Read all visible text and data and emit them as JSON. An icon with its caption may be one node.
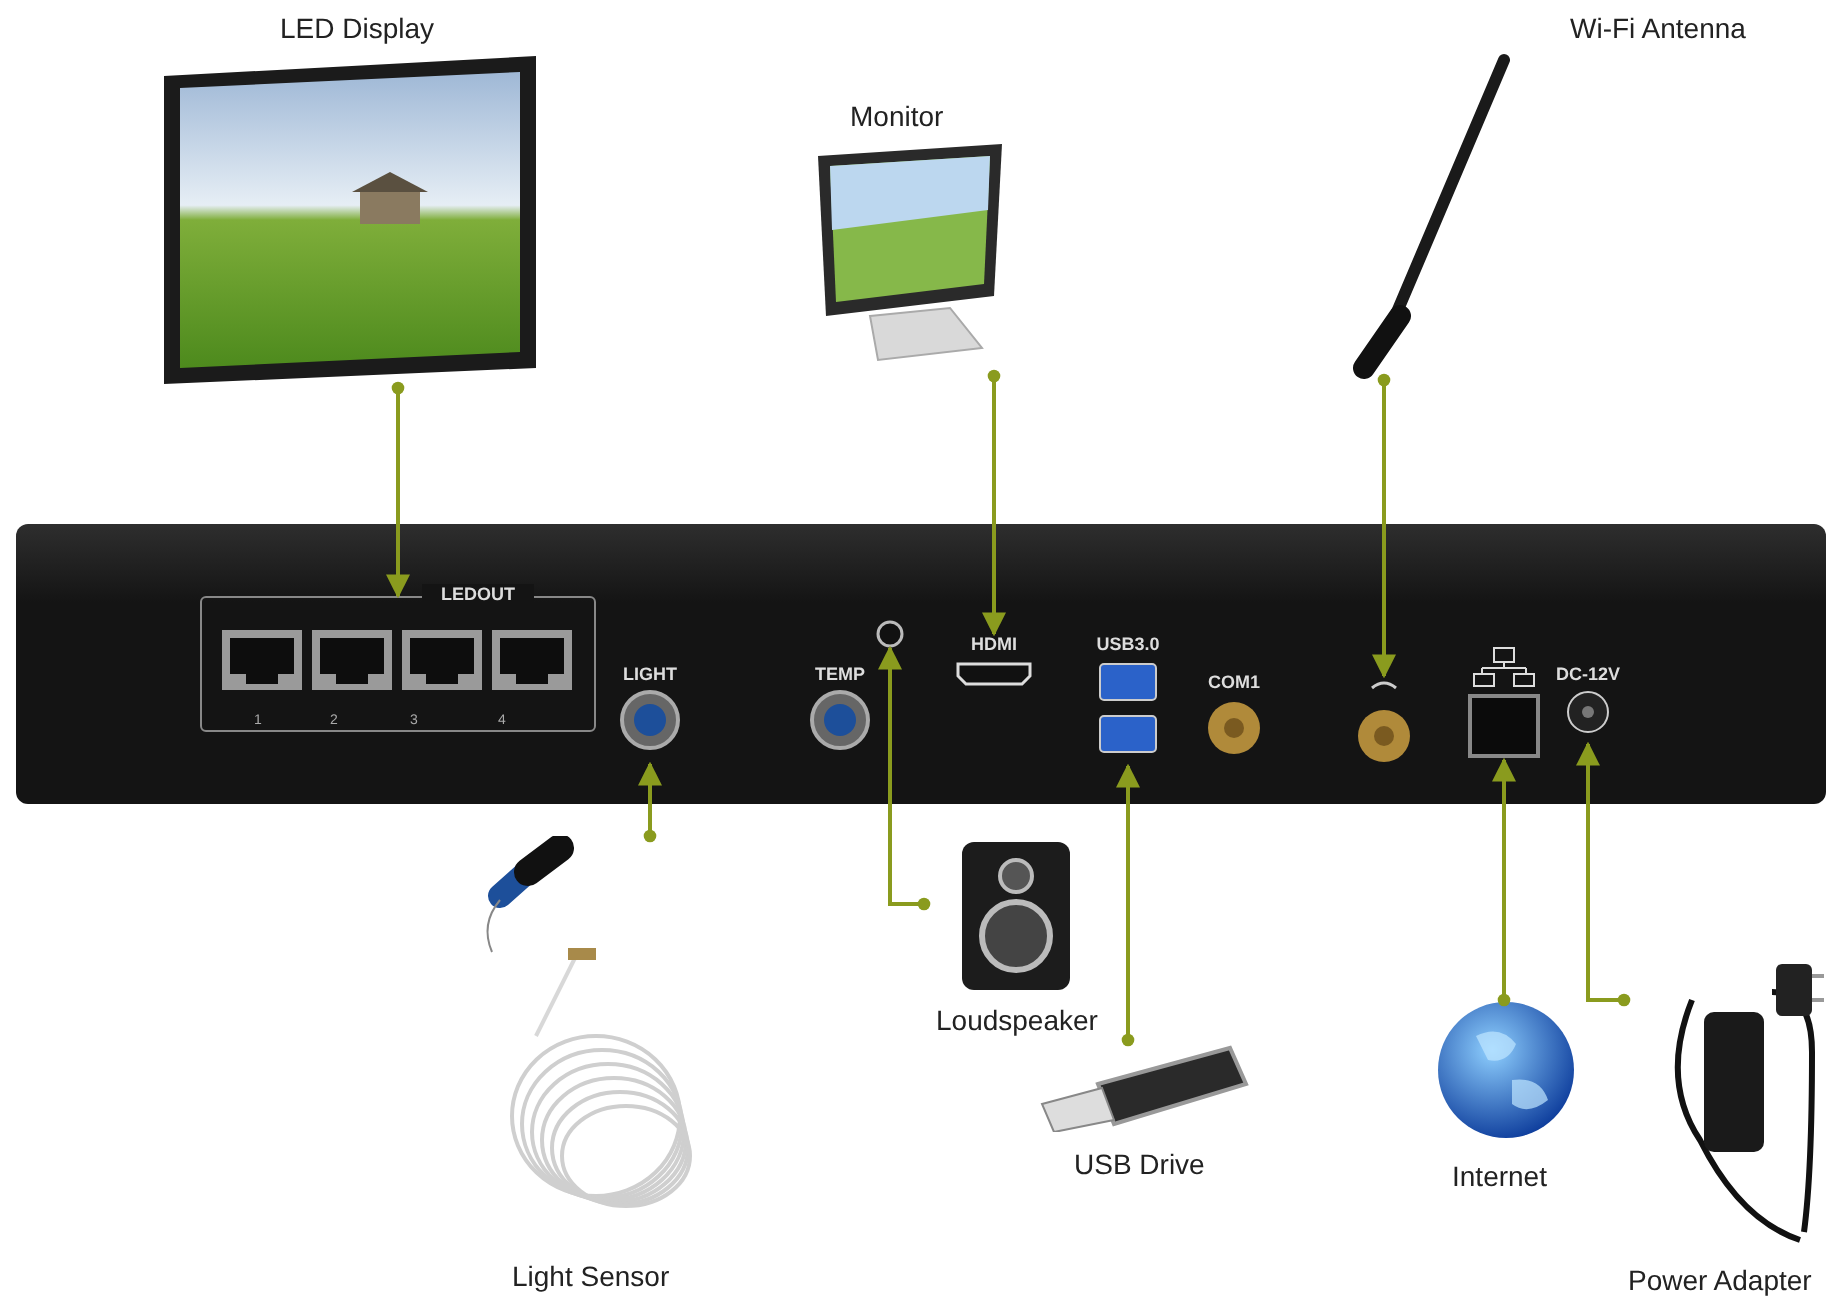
{
  "diagram": {
    "nodes": [
      {
        "text": [
          "LED Display"
        ]
      },
      {
        "text": [
          "Monitor"
        ]
      },
      {
        "text": [
          "Wi-Fi Antenna"
        ]
      },
      {
        "text": [],
        "shape": "picture"
      },
      {
        "text": [
          "LEDOUT"
        ],
        "in": 3
      },
      {
        "text": [
          "LIGHT"
        ],
        "in": 3
      },
      {
        "text": [
          "TEMP"
        ],
        "in": 3
      },
      {
        "text": [],
        "shape": "circle",
        "in": 3
      },
      {
        "text": [
          "HDMI"
        ],
        "in": 3
      },
      {
        "text": [
          "USB3.0"
        ],
        "in": 3
      },
      {
        "text": [
          "COM1"
        ],
        "in": 3
      },
      {
        "text": [],
        "shape": "circle",
        "in": 3
      },
      {
        "text": [],
        "shape": "box",
        "in": 3
      },
      {
        "text": [
          "DC-12V"
        ],
        "in": 3
      },
      {
        "text": [
          "Light Sensor"
        ]
      },
      {
        "text": [
          "Loudspeaker"
        ]
      },
      {
        "text": [
          "USB Drive"
        ]
      },
      {
        "text": [
          "Internet"
        ]
      },
      {
        "text": [
          "Power Adapter"
        ]
      }
    ],
    "edges": [
      {
        "from": 0,
        "to": 4,
        "arrow": "to"
      },
      {
        "from": 1,
        "to": 8,
        "arrow": "to"
      },
      {
        "from": 2,
        "to": 11,
        "arrow": "to"
      },
      {
        "from": 14,
        "to": 5,
        "arrow": "to"
      },
      {
        "from": 15,
        "to": 7,
        "arrow": "to"
      },
      {
        "from": 16,
        "to": 9,
        "arrow": "to"
      },
      {
        "from": 17,
        "to": 12,
        "arrow": "to"
      },
      {
        "from": 18,
        "to": 13,
        "arrow": "to"
      }
    ],
    "labels": [
      "1",
      "2",
      "3",
      "4"
    ]
  }
}
